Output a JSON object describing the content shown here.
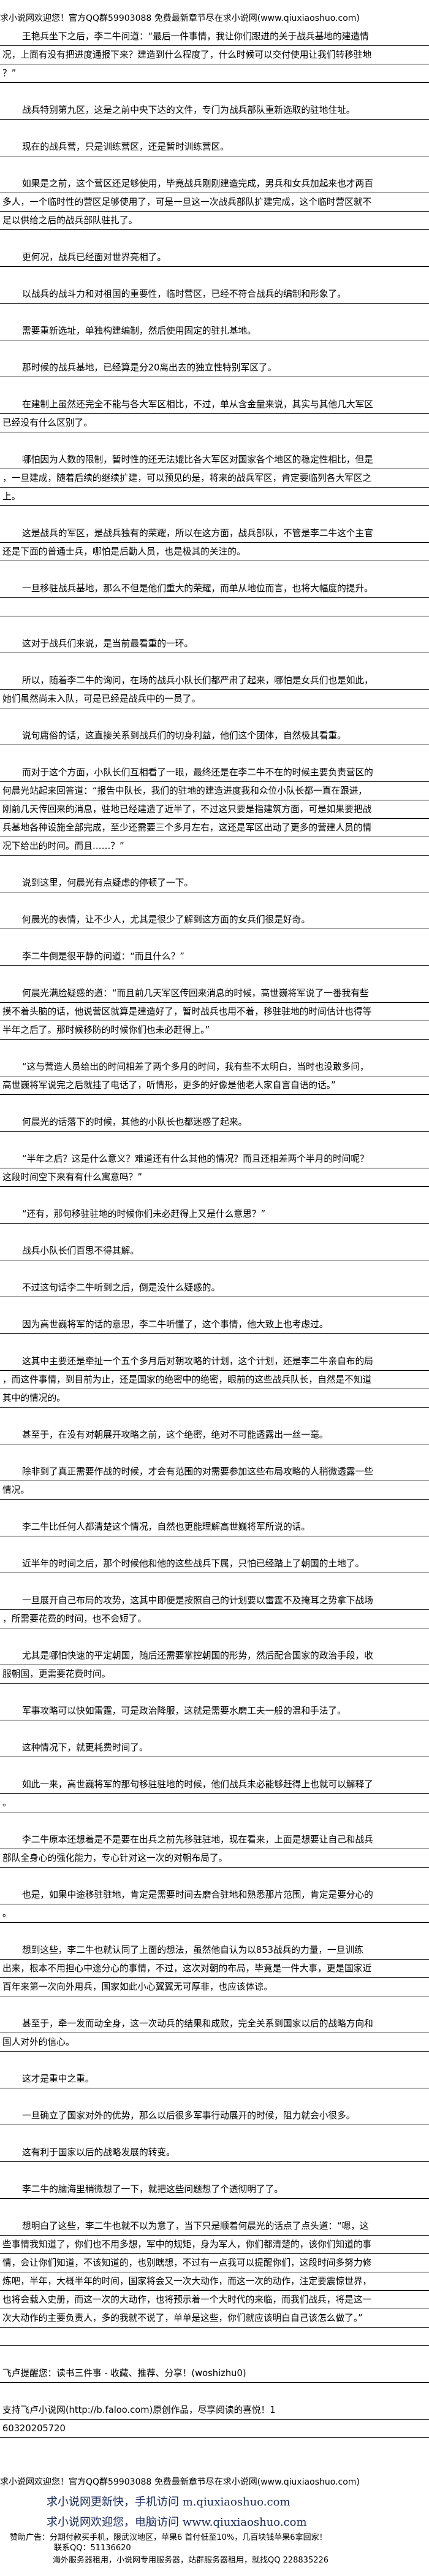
{
  "header": {
    "text": "求小说网欢迎您！官方QQ群59903088 免费最新章节尽在求小说网(www.qiuxiaoshuo.com)"
  },
  "paragraphs": [
    {
      "indent": true,
      "lines": [
        "王艳兵坐下之后，李二牛问道：“最后一件事情，我让你们跟进的关于战兵基地的建造情",
        "况，上面有没有把进度通报下来？建造到什么程度了，什么时候可以交付使用让我们转移驻地",
        "？”"
      ]
    },
    {
      "indent": true,
      "lines": [
        "战兵特别第九区，这是之前中央下达的文件，专门为战兵部队重新选取的驻地住址。"
      ]
    },
    {
      "indent": true,
      "lines": [
        "现在的战兵营，只是训练营区，还是暂时训练营区。"
      ]
    },
    {
      "indent": true,
      "lines": [
        "如果是之前，这个营区还足够使用，毕竟战兵刚刚建造完成，男兵和女兵加起来也才两百",
        "多人，一个临时性的营区足够使用了，可是一旦这一次战兵部队扩建完成，这个临时营区就不",
        "足以供给之后的战兵部队驻扎了。"
      ]
    },
    {
      "indent": true,
      "lines": [
        "更何况，战兵已经面对世界亮相了。"
      ]
    },
    {
      "indent": true,
      "lines": [
        "以战兵的战斗力和对祖国的重要性，临时营区，已经不符合战兵的编制和形象了。"
      ]
    },
    {
      "indent": true,
      "lines": [
        "需要重新选址，单独构建编制，然后使用固定的驻扎基地。"
      ]
    },
    {
      "indent": true,
      "lines": [
        "那时候的战兵基地，已经算是分20离出去的独立性特别军区了。"
      ]
    },
    {
      "indent": true,
      "lines": [
        "在建制上虽然还完全不能与各大军区相比，不过，单从含金量来说，其实与其他几大军区",
        "已经没有什么区别了。"
      ]
    },
    {
      "indent": true,
      "lines": [
        "哪怕因为人数的限制，暂时性的还无法媲比各大军区对国家各个地区的稳定性相比，但是",
        "，一旦建成，随着后续的继续扩建，可以预见的是，将来的战兵军区，肯定要临列各大军区之",
        "上。"
      ]
    },
    {
      "indent": true,
      "lines": [
        "这是战兵的军区，是战兵独有的荣耀，所以在这方面，战兵部队，不管是李二牛这个主官",
        "还是下面的普通士兵，哪怕是后勤人员，也是极其的关注的。"
      ]
    },
    {
      "indent": true,
      "lines": [
        "一旦移驻战兵基地，那么不但是他们重大的荣耀，而单从地位而言，也将大幅度的提升。",
        ""
      ]
    },
    {
      "indent": true,
      "lines": [
        "这对于战兵们来说，是当前最看重的一环。"
      ]
    },
    {
      "indent": true,
      "lines": [
        "所以，随着李二牛的询问，在场的战兵小队长们都严肃了起来，哪怕是女兵们也是如此，",
        "她们虽然尚未入队，可是已经是战兵中的一员了。"
      ]
    },
    {
      "indent": true,
      "lines": [
        "说句庸俗的话，这直接关系到战兵们的切身利益，他们这个团体，自然极其看重。"
      ]
    },
    {
      "indent": true,
      "lines": [
        "而对于这个方面，小队长们互相看了一眼，最终还是在李二牛不在的时候主要负责营区的",
        "何晨光站起来回答道：“报告中队长，我们的驻地的建造进度我和众位小队长都一直在跟进，",
        "刚前几天传回来的消息，驻地已经建造了近半了，不过这只要是指建筑方面，可是如果要把战",
        "兵基地各种设施全部完成，至少还需要三个多月左右，这还是军区出动了更多的营建人员的情",
        "况下给出的时间。而且……？”"
      ]
    },
    {
      "indent": true,
      "lines": [
        "说到这里，何晨光有点疑虑的停顿了一下。"
      ]
    },
    {
      "indent": true,
      "lines": [
        "何晨光的表情，让不少人，尤其是很少了解到这方面的女兵们很是好奇。"
      ]
    },
    {
      "indent": true,
      "lines": [
        "李二牛倒是很平静的问道：“而且什么？”"
      ]
    },
    {
      "indent": true,
      "lines": [
        "何晨光满脸疑惑的道：“而且前几天军区传回来消息的时候，高世巍将军说了一番我有些",
        "摸不着头脑的话，他说营区就算是建造好了，暂时战兵也用不着，移驻驻地的时间估计也得等",
        "半年之后了。那时候移防的时候你们也未必赶得上。”"
      ]
    },
    {
      "indent": true,
      "lines": [
        "“这与营造人员给出的时间相差了两个多月的时间，我有些不太明白，当时也没敢多问，",
        "高世巍将军说完之后就挂了电话了，听情形，更多的好像是他老人家自言自语的话。”"
      ]
    },
    {
      "indent": true,
      "lines": [
        "何晨光的话落下的时候，其他的小队长也都迷惑了起来。"
      ]
    },
    {
      "indent": true,
      "lines": [
        "“半年之后？这是什么意义？难道还有什么其他的情况？而且还相差两个半月的时间呢？",
        "这段时间空下来有有什么寓意吗？”"
      ]
    },
    {
      "indent": true,
      "lines": [
        "“还有，那句移驻驻地的时候你们未必赶得上又是什么意思？”"
      ]
    },
    {
      "indent": true,
      "lines": [
        "战兵小队长们百思不得其解。"
      ]
    },
    {
      "indent": true,
      "lines": [
        "不过这句话李二牛听到之后，倒是没什么疑惑的。"
      ]
    },
    {
      "indent": true,
      "lines": [
        "因为高世巍将军的话的意思，李二牛听懂了，这个事情，他大致上也考虑过。"
      ]
    },
    {
      "indent": true,
      "lines": [
        "这其中主要还是牵扯一个五个多月后对朝攻略的计划，这个计划，还是李二牛亲自布的局",
        "，而这件事情，到目前为止，还是国家的绝密中的绝密，眼前的这些战兵队长，自然是不知道",
        "其中的情况的。"
      ]
    },
    {
      "indent": true,
      "lines": [
        "甚至于，在没有对朝展开攻略之前，这个绝密，绝对不可能透露出一丝一毫。"
      ]
    },
    {
      "indent": true,
      "lines": [
        "除非到了真正需要作战的时候，才会有范围的对需要参加这些布局攻略的人稍微透露一些",
        "情况。"
      ]
    },
    {
      "indent": true,
      "lines": [
        "李二牛比任何人都清楚这个情况，自然也更能理解高世巍将军所说的话。"
      ]
    },
    {
      "indent": true,
      "lines": [
        "近半年的时间之后，那个时候他和他的这些战兵下属，只怕已经踏上了朝国的土地了。"
      ]
    },
    {
      "indent": true,
      "lines": [
        "一旦展开自己布局的攻势，这其中即便是按照自己的计划要以雷霆不及掩耳之势拿下战场",
        "，所需要花费的时间，也不会短了。"
      ]
    },
    {
      "indent": true,
      "lines": [
        "尤其是哪怕快速的平定朝国，随后还需要掌控朝国的形势，然后配合国家的政治手段，收",
        "服朝国，更需要花费时间。"
      ]
    },
    {
      "indent": true,
      "lines": [
        "军事攻略可以快如雷霆，可是政治降服，这就是需要水磨工夫一般的温和手法了。"
      ]
    },
    {
      "indent": true,
      "lines": [
        "这种情况下，就更耗费时间了。"
      ]
    },
    {
      "indent": true,
      "lines": [
        "如此一来，高世巍将军的那句移驻驻地的时候，他们战兵未必能够赶得上也就可以解释了",
        "。"
      ]
    },
    {
      "indent": true,
      "lines": [
        "李二牛原本还想着是不是要在出兵之前先移驻驻地，现在看来，上面是想要让自己和战兵",
        "部队全身心的强化能力，专心针对这一次的对朝布局了。"
      ]
    },
    {
      "indent": true,
      "lines": [
        "也是，如果中途移驻驻地，肯定是需要时间去磨合驻地和熟悉那片范围，肯定是要分心的",
        "。"
      ]
    },
    {
      "indent": true,
      "lines": [
        "想到这些，李二牛也就认同了上面的想法，虽然他自认为以853战兵的力量，一旦训练",
        "出来，根本不用担心中途分心的事情，不过，这次对朝的布局，毕竟是一件大事，更是国家近",
        "百年来第一次向外用兵，国家如此小心翼翼无可厚非，也应该体谅。"
      ]
    },
    {
      "indent": true,
      "lines": [
        "甚至于，牵一发而动全身，这一次动兵的结果和成败，完全关系到国家以后的战略方向和",
        "国人对外的信心。"
      ]
    },
    {
      "indent": true,
      "lines": [
        "这才是重中之重。"
      ]
    },
    {
      "indent": true,
      "lines": [
        "一旦确立了国家对外的优势，那么以后很多军事行动展开的时候，阻力就会小很多。"
      ]
    },
    {
      "indent": true,
      "lines": [
        "这有利于国家以后的战略发展的转变。"
      ]
    },
    {
      "indent": true,
      "lines": [
        "李二牛的脑海里稍微想了一下，就把这些问题想了个透彻明了了。"
      ]
    },
    {
      "indent": true,
      "lines": [
        "想明白了这些，李二牛也就不以为意了，当下只是顺着何晨光的话点了点头道：“嗯，这",
        "些事情我知道了，你们也不用多想，军中的规矩，身为军人，你们都清楚的，该你们知道的事",
        "情，会让你们知道，不该知道的，也别瞎想，不过有一点我可以提醒你们，这段时间多努力修",
        "炼吧，半年，大概半年的时间，国家将会又一次大动作，而这一次的动作，注定要震惊世界，",
        "也将会载入史册，而这一次的大动作，也将预示着一个大时代的来临，而我们战兵，将是这一",
        "次大动作的主要负责人，多的我就不说了，单单是这些，你们就应该明白自己该怎么做了。”",
        ""
      ]
    },
    {
      "indent": false,
      "lines": [
        "飞卢提醒您：读书三件事 - 收藏、推荐、分享！(woshizhu0)"
      ]
    },
    {
      "indent": false,
      "lines": [
        "支持飞卢小说网(http://b.faloo.com)原创作品，尽享阅读的喜悦！1",
        "60320205720"
      ]
    }
  ],
  "footer": {
    "header_repeat": "求小说网欢迎您！官方QQ群59903088 免费最新章节尽在求小说网(www.qiuxiaoshuo.com)",
    "mobile_line": "求小说网更新快，手机访问 m.qiuxiaoshuo.com",
    "pc_line": "求小说网欢迎您，电脑访问 www.qiuxiaoshuo.com",
    "ad_line": "赞助广告：分期付款买手机，限武汉地区，苹果6 首付低至10%，几百块钱苹果6拿回家！",
    "ad_contact": "联系QQ：51136620",
    "server_line": "海外服务器租用，小说网专用服务器，站群服务器租用，就找QQ 228835226"
  },
  "colors": {
    "footer_link": "#1a2a5a",
    "text": "#000000"
  }
}
